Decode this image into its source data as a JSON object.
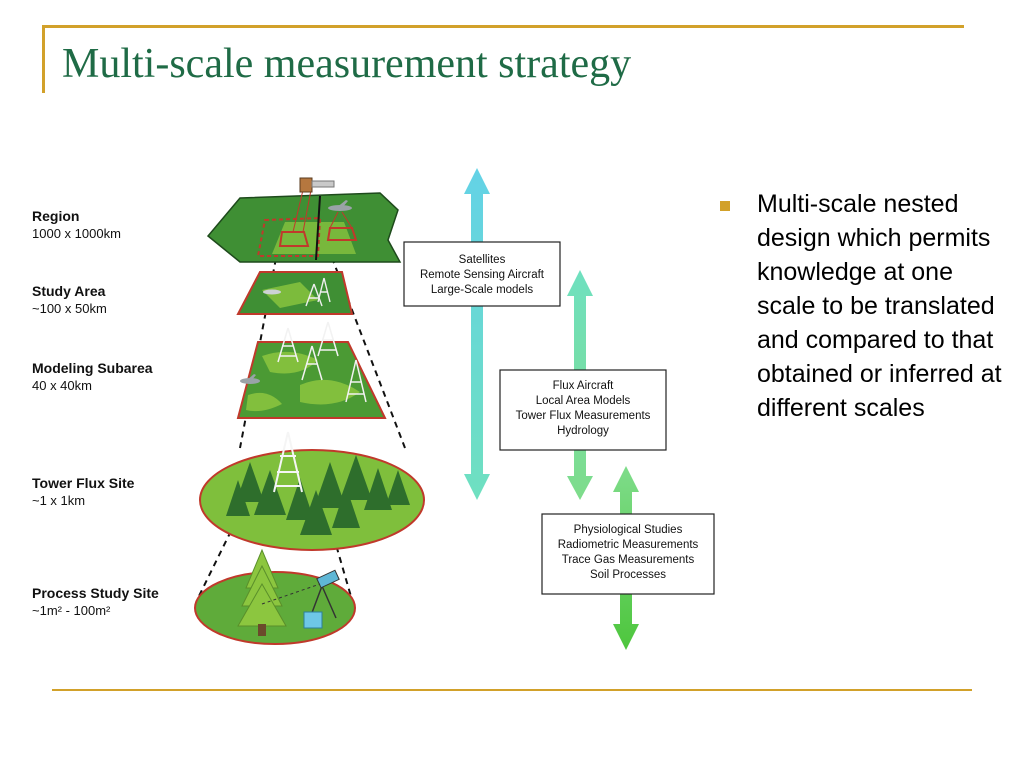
{
  "slide": {
    "title": "Multi-scale measurement strategy",
    "bullet": "Multi-scale nested design which permits knowledge at one scale to be translated and compared to that obtained or inferred at different scales"
  },
  "levels": [
    {
      "name": "Region",
      "size": "1000 x 1000km"
    },
    {
      "name": "Study Area",
      "size": "~100 x 50km"
    },
    {
      "name": "Modeling Subarea",
      "size": "40 x 40km"
    },
    {
      "name": "Tower Flux Site",
      "size": "~1 x 1km"
    },
    {
      "name": "Process Study Site",
      "size": "~1m² - 100m²"
    }
  ],
  "method_boxes": [
    {
      "lines": [
        "Satellites",
        "Remote Sensing Aircraft",
        "Large-Scale models"
      ]
    },
    {
      "lines": [
        "Flux Aircraft",
        "Local Area Models",
        "Tower Flux Measurements",
        "Hydrology"
      ]
    },
    {
      "lines": [
        "Physiological Studies",
        "Radiometric Measurements",
        "Trace Gas Measurements",
        "Soil Processes"
      ]
    }
  ],
  "colors": {
    "title": "#1f6b46",
    "accent": "#d2a12a",
    "arrow_top": "#63d2e6",
    "arrow_mid": "#6fe0c0",
    "arrow_bottom": "#5bd24f",
    "land_dark": "#2f7f2c",
    "land_light": "#8cc63f",
    "outline": "#c0392b"
  }
}
